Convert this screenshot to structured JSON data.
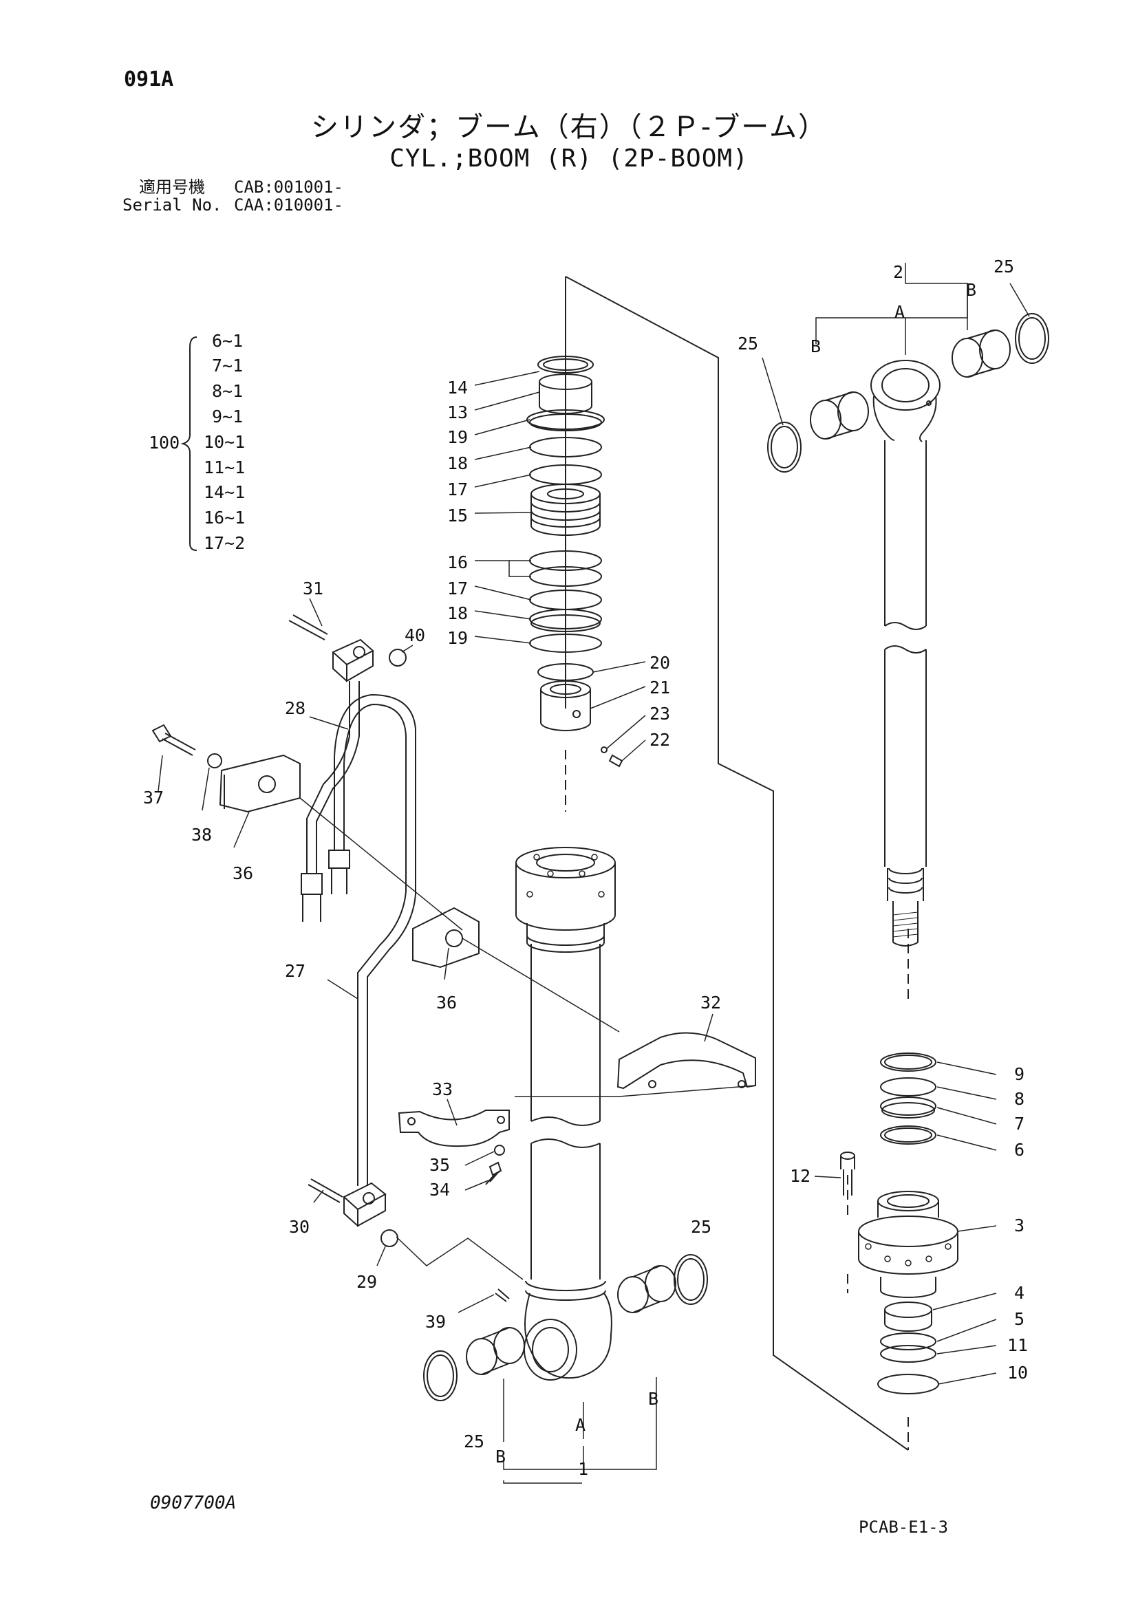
{
  "header": {
    "page_code": "091A",
    "title_ja": "シリンダ；ブーム（右）（２Ｐ-ブーム）",
    "title_en": "CYL.;BOOM (R) (2P-BOOM)",
    "serial_label_ja": "適用号機",
    "serial_value_1": "CAB:001001-",
    "serial_label_en": "Serial No.",
    "serial_value_2": "CAA:010001-"
  },
  "kit": {
    "number": "100",
    "items": [
      "6~1",
      "7~1",
      "8~1",
      "9~1",
      "10~1",
      "11~1",
      "14~1",
      "16~1",
      "17~2"
    ]
  },
  "callouts": {
    "left_upper": [
      "14",
      "13",
      "19",
      "18",
      "17",
      "15",
      "16",
      "17",
      "18",
      "19"
    ],
    "center_right": [
      "20",
      "21",
      "23",
      "22"
    ],
    "piping": [
      "31",
      "40",
      "28",
      "37",
      "38",
      "36",
      "36",
      "27",
      "30",
      "29",
      "39"
    ],
    "clamps": [
      "32",
      "33",
      "35",
      "34"
    ],
    "rod": [
      "2",
      "25",
      "B",
      "A",
      "25",
      "B"
    ],
    "rod_parts": [
      "9",
      "8",
      "7",
      "6",
      "12",
      "3",
      "4",
      "5",
      "11",
      "10"
    ],
    "tube": [
      "25",
      "25",
      "B",
      "A",
      "B",
      "1"
    ]
  },
  "footer": {
    "drawing_code": "0907700A",
    "sheet_code": "PCAB-E1-3"
  }
}
